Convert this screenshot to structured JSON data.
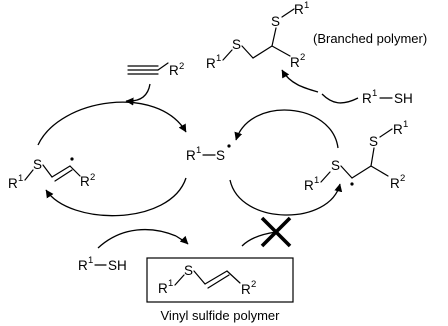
{
  "diagram": {
    "scheme": "thiol-yne radical reaction cycles",
    "colors": {
      "ink": "#000000",
      "background": "#ffffff"
    },
    "labels": {
      "alkyne_r": "R",
      "alkyne_r_sup": "2",
      "vinyl_radical_r1": "R",
      "vinyl_radical_r1_sup": "1",
      "vinyl_radical_s": "S",
      "vinyl_radical_r2": "R",
      "vinyl_radical_r2_sup": "2",
      "thiyl_r": "R",
      "thiyl_r_sup": "1",
      "thiyl_s": "S",
      "thiol_left_r": "R",
      "thiol_left_sup": "1",
      "thiol_left_sh": "SH",
      "thiol_right_r": "R",
      "thiol_right_sup": "1",
      "thiol_right_sh": "SH",
      "branched_polymer_caption": "(Branched polymer)",
      "branched_s_top": "S",
      "branched_r1_top": "R",
      "branched_r1_top_sup": "1",
      "branched_r1_left": "R",
      "branched_r1_left_sup": "1",
      "branched_s_left": "S",
      "branched_r2": "R",
      "branched_r2_sup": "2",
      "alkyl_radical_s_top": "S",
      "alkyl_radical_r1_top": "R",
      "alkyl_radical_r1_top_sup": "1",
      "alkyl_radical_r1_left": "R",
      "alkyl_radical_r1_left_sup": "1",
      "alkyl_radical_s_left": "S",
      "alkyl_radical_r2": "R",
      "alkyl_radical_r2_sup": "2",
      "product_r1": "R",
      "product_r1_sup": "1",
      "product_s": "S",
      "product_r2": "R",
      "product_r2_sup": "2",
      "product_caption": "Vinyl sulfide polymer"
    },
    "blocked_step_mark": "cross"
  }
}
